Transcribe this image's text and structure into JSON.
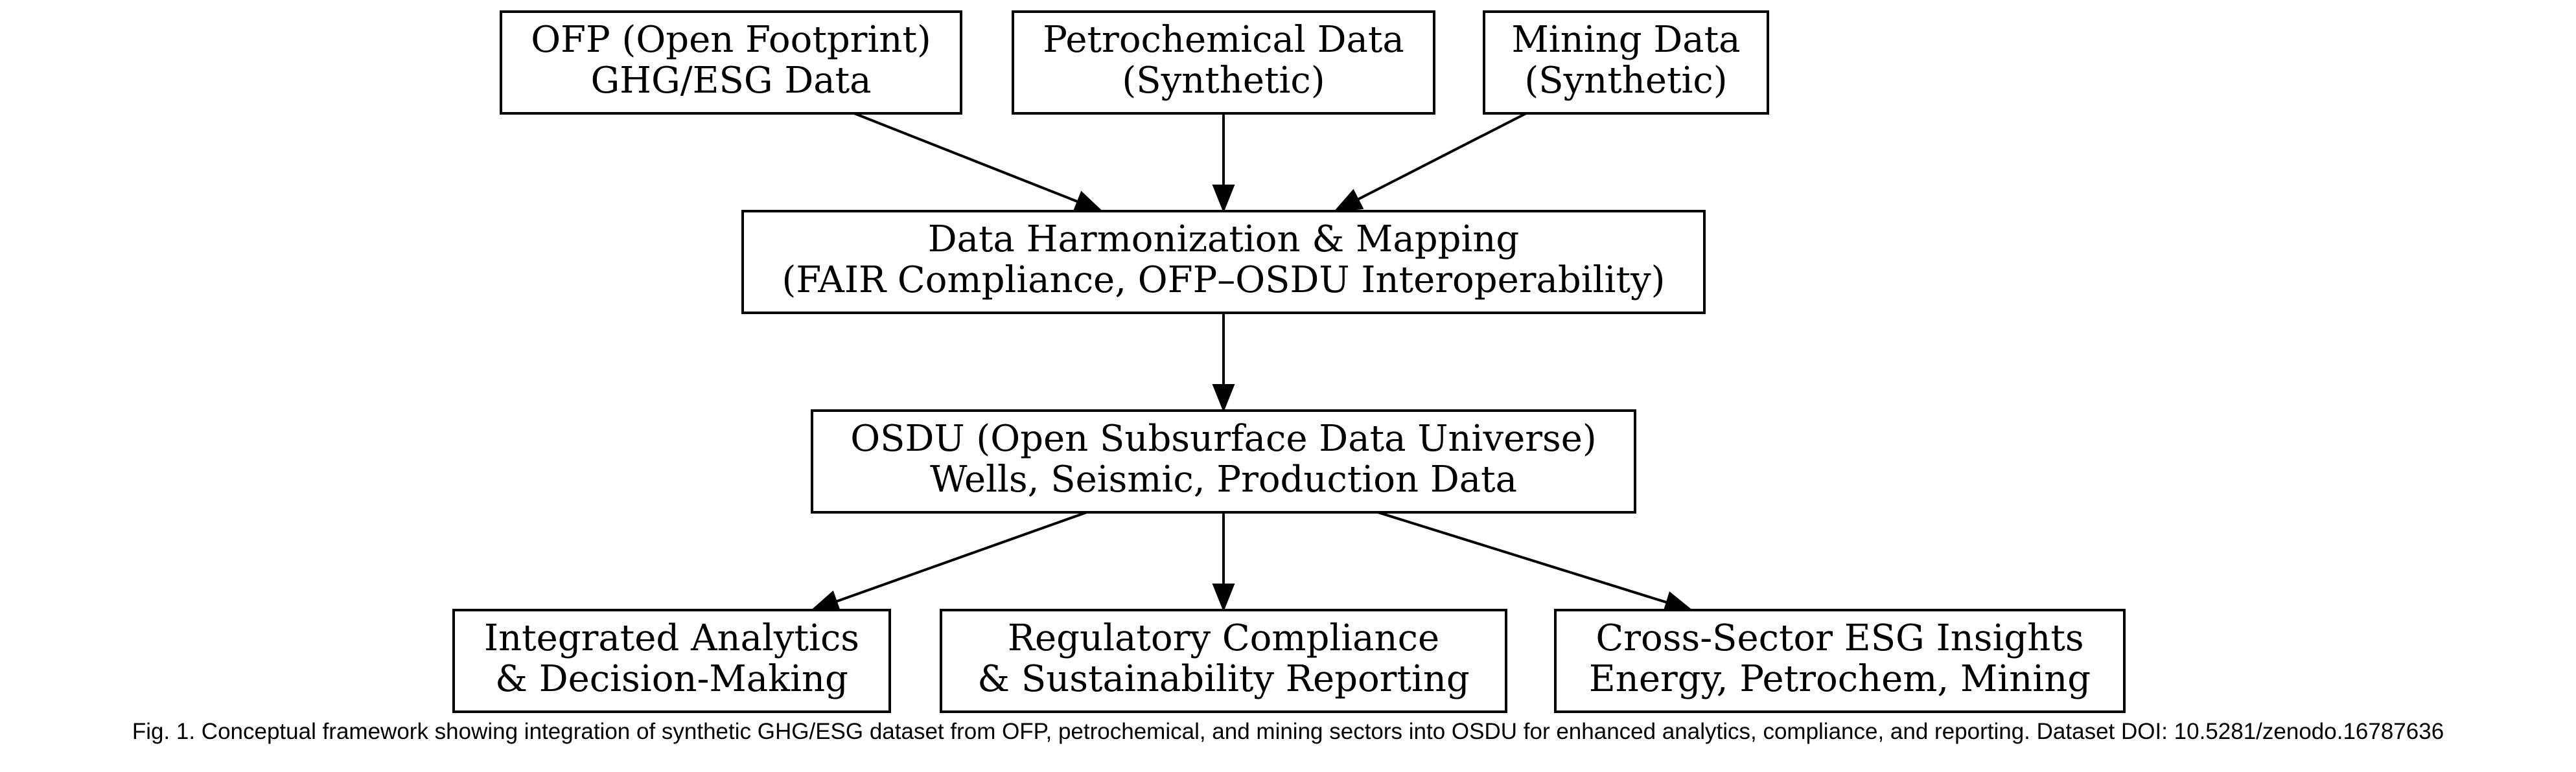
{
  "diagram": {
    "nodes": [
      {
        "id": "ofp",
        "lines": [
          "OFP (Open Footprint)",
          "GHG/ESG Data"
        ]
      },
      {
        "id": "petrochem",
        "lines": [
          "Petrochemical Data",
          "(Synthetic)"
        ]
      },
      {
        "id": "mining",
        "lines": [
          "Mining Data",
          "(Synthetic)"
        ]
      },
      {
        "id": "harmonization",
        "lines": [
          "Data Harmonization & Mapping",
          "(FAIR Compliance, OFP–OSDU Interoperability)"
        ]
      },
      {
        "id": "osdu",
        "lines": [
          "OSDU (Open Subsurface Data Universe)",
          "Wells, Seismic, Production Data"
        ]
      },
      {
        "id": "analytics",
        "lines": [
          "Integrated Analytics",
          "& Decision-Making"
        ]
      },
      {
        "id": "compliance",
        "lines": [
          "Regulatory Compliance",
          "& Sustainability Reporting"
        ]
      },
      {
        "id": "insights",
        "lines": [
          "Cross-Sector ESG Insights",
          "Energy, Petrochem, Mining"
        ]
      }
    ],
    "edges": [
      {
        "from": "ofp",
        "to": "harmonization"
      },
      {
        "from": "petrochem",
        "to": "harmonization"
      },
      {
        "from": "mining",
        "to": "harmonization"
      },
      {
        "from": "harmonization",
        "to": "osdu"
      },
      {
        "from": "osdu",
        "to": "analytics"
      },
      {
        "from": "osdu",
        "to": "compliance"
      },
      {
        "from": "osdu",
        "to": "insights"
      }
    ]
  },
  "caption": "Fig. 1. Conceptual framework showing integration of synthetic GHG/ESG dataset from OFP, petrochemical, and mining sectors into OSDU for enhanced analytics, compliance, and reporting. Dataset DOI: 10.5281/zenodo.16787636"
}
